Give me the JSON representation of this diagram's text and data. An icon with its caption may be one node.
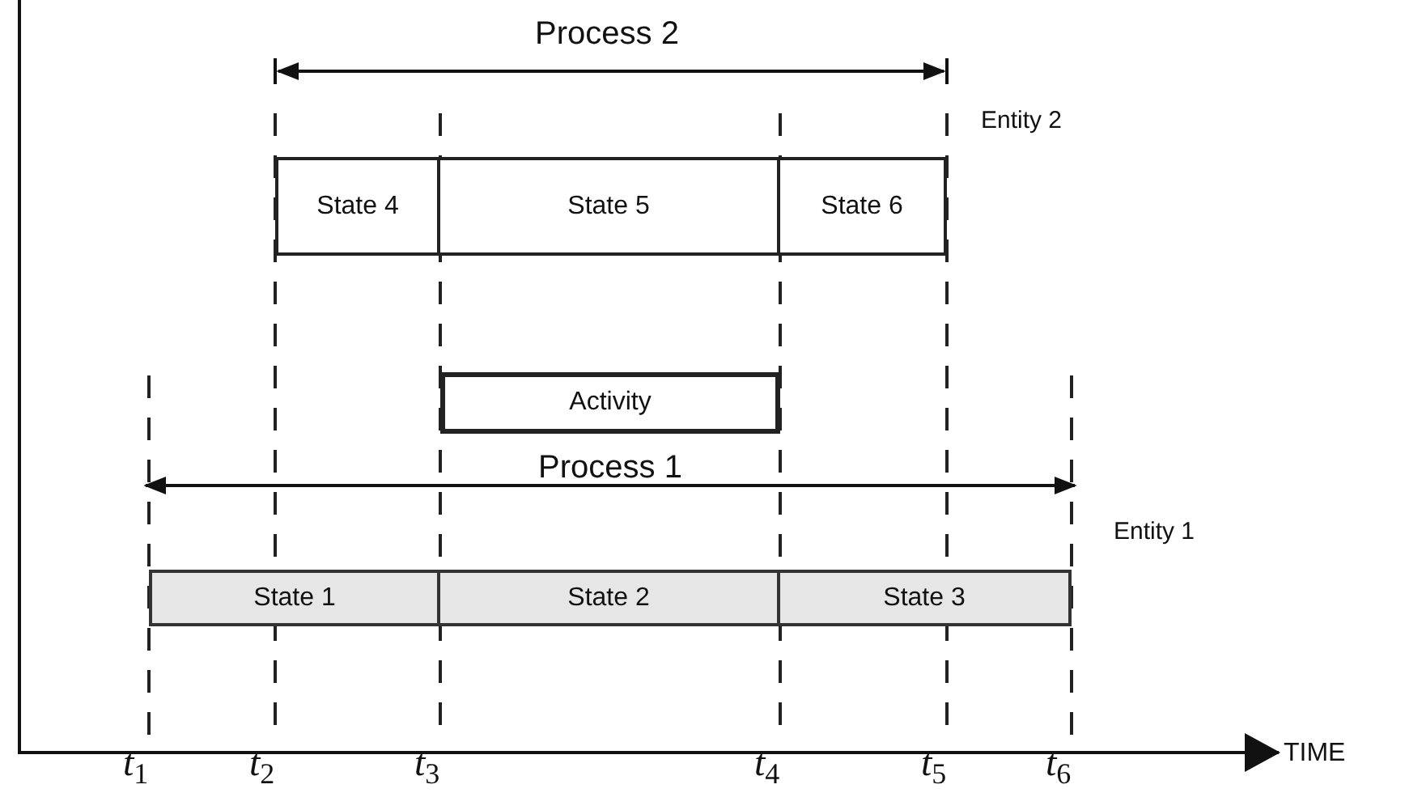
{
  "diagram": {
    "nodes": [
      {
        "text": [
          "State 4"
        ]
      },
      {
        "text": [
          "State 5"
        ]
      },
      {
        "text": [
          "State 6"
        ]
      },
      {
        "text": [
          "Activity"
        ]
      },
      {
        "text": [
          "State 1"
        ]
      },
      {
        "text": [
          "State 2"
        ]
      },
      {
        "text": [
          "State 3"
        ]
      }
    ],
    "labels": [
      "Process 2",
      "Entity 2",
      "Process 1",
      "Entity 1",
      "TIME",
      "*t*$_{1}$",
      "*t*$_{2}$",
      "*t*$_{3}$",
      "*t*$_{4}$",
      "*t*$_{5}$",
      "*t*$_{6}$"
    ]
  }
}
